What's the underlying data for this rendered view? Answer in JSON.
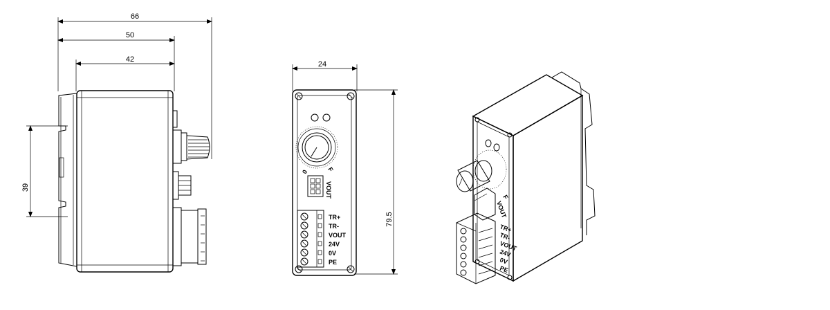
{
  "side_view": {
    "dim_total": "66",
    "dim_body_with_knob": "50",
    "dim_body": "42",
    "dim_rail": "39"
  },
  "front_view": {
    "dim_width": "24",
    "dim_height": "79.5",
    "knob_min": "0",
    "knob_max": "F",
    "socket_label": "VOUT",
    "terminal_labels": [
      "TR+",
      "TR-",
      "VOUT",
      "24V",
      "0V",
      "PE"
    ]
  },
  "iso_view": {
    "knob_max": "F",
    "socket_label": "VOUT",
    "terminal_labels": [
      "TR+",
      "TR-",
      "VOUT",
      "24V",
      "0V",
      "PE"
    ]
  }
}
